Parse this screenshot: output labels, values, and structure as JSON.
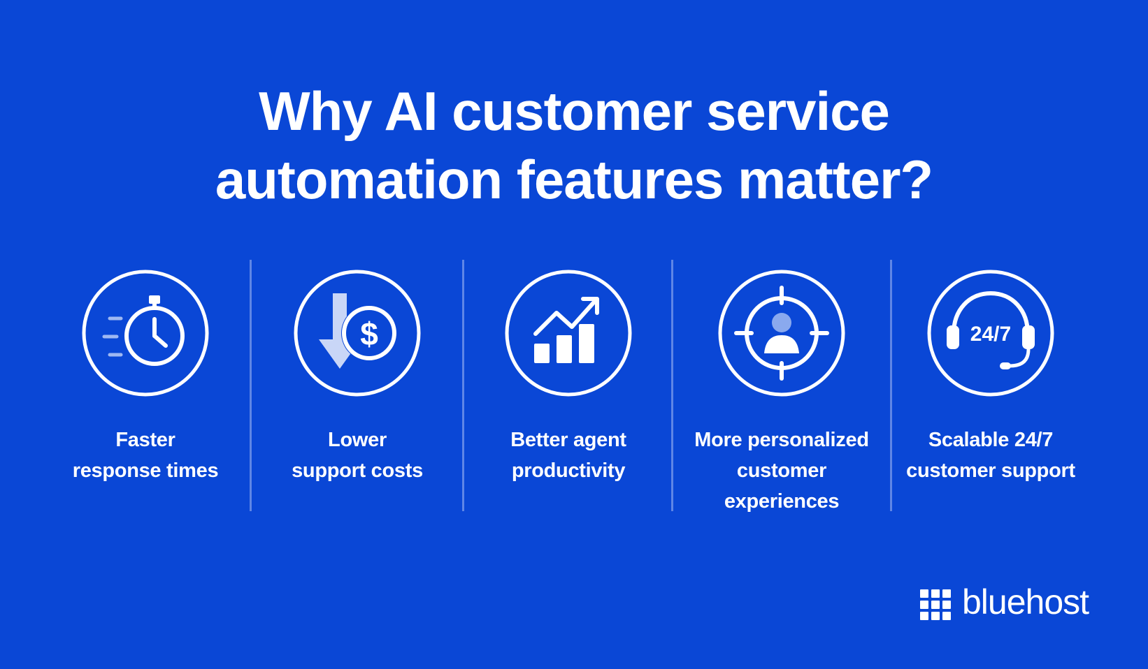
{
  "headline": {
    "line1": "Why AI customer service",
    "line2": "automation features matter?"
  },
  "features": [
    {
      "icon": "stopwatch-icon",
      "lines": [
        "Faster",
        "response times"
      ]
    },
    {
      "icon": "dollar-down-arrow-icon",
      "lines": [
        "Lower",
        "support costs"
      ]
    },
    {
      "icon": "growth-chart-icon",
      "lines": [
        "Better agent",
        "productivity"
      ]
    },
    {
      "icon": "target-user-icon",
      "lines": [
        "More personalized",
        "customer",
        "experiences"
      ]
    },
    {
      "icon": "headset-icon",
      "badge": "24/7",
      "lines": [
        "Scalable 24/7",
        "customer support"
      ]
    }
  ],
  "brand": {
    "name": "bluehost",
    "background": "#0a47d6",
    "foreground": "#ffffff"
  }
}
